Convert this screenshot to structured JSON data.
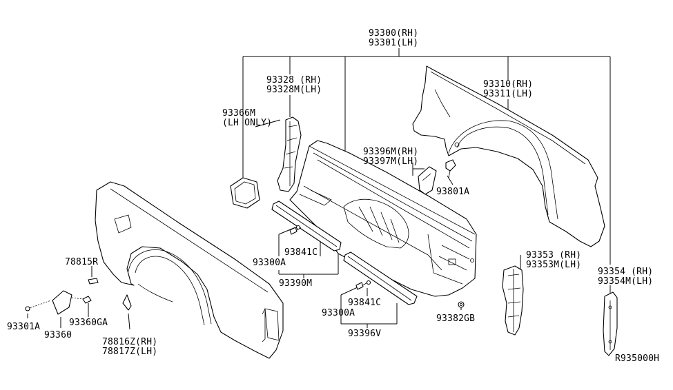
{
  "labels": {
    "p93300": "93300(RH)",
    "p93301": "93301(LH)",
    "p93328": "93328 (RH)",
    "p93328m": "93328M(LH)",
    "p93366m": "93366M",
    "lh_only": "(LH ONLY)",
    "p93310": "93310(RH)",
    "p93311": "93311(LH)",
    "p93396m": "93396M(RH)",
    "p93397m": "93397M(LH)",
    "p93801a": "93801A",
    "p93841c_1": "93841C",
    "p93300a_1": "93300A",
    "p93390m": "93390M",
    "p93841c_2": "93841C",
    "p93300a_2": "93300A",
    "p93396v": "93396V",
    "p78815r": "78815R",
    "p93301a": "93301A",
    "p93360": "93360",
    "p93360ga": "93360GA",
    "p78816z": "78816Z(RH)",
    "p78817z": "78817Z(LH)",
    "p93382gb": "93382GB",
    "p93353": "93353 (RH)",
    "p93353m": "93353M(LH)",
    "p93354": "93354 (RH)",
    "p93354m": "93354M(LH)",
    "ref": "R935000H"
  }
}
